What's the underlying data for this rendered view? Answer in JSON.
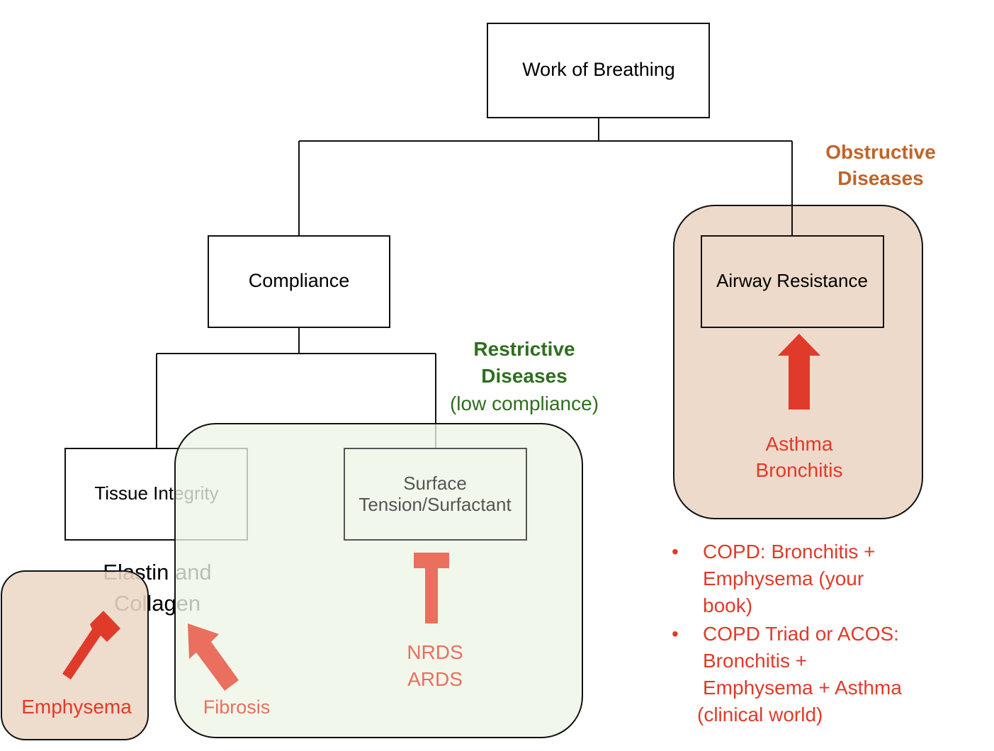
{
  "colors": {
    "obstructive_label": "#c0642a",
    "restrictive_label": "#2e6e1e",
    "obstructive_fill": "#ecd7c6",
    "restrictive_fill": "#eef5e6",
    "disease_text": "#e03a2a",
    "faded_disease_text": "#ea6f5e",
    "arrow_strong": "#e03a2a",
    "arrow_faded": "#ea6f5e",
    "line": "#111111"
  },
  "nodes": {
    "work_of_breathing": "Work of Breathing",
    "compliance": "Compliance",
    "airway_resistance": "Airway Resistance",
    "tissue_integrity": "Tissue Integrity",
    "surface_tension": {
      "line1": "Surface",
      "line2": "Tension/Surfactant"
    },
    "elastin_collagen": {
      "line1": "Elastin and",
      "line2": "Collagen"
    }
  },
  "groups": {
    "obstructive": {
      "line1": "Obstructive",
      "line2": "Diseases"
    },
    "restrictive": {
      "line1": "Restrictive",
      "line2": "Diseases",
      "line3": "(low compliance)"
    }
  },
  "diseases": {
    "asthma": "Asthma",
    "bronchitis": "Bronchitis",
    "nrds": "NRDS",
    "ards": "ARDS",
    "fibrosis": "Fibrosis",
    "emphysema": "Emphysema"
  },
  "notes": {
    "bullet": "•",
    "copd": {
      "line1": "COPD: Bronchitis +",
      "line2": "Emphysema (your",
      "line3": "book)"
    },
    "copd_triad": {
      "line1": "COPD Triad or ACOS:",
      "line2": "Bronchitis +",
      "line3": "Emphysema + Asthma",
      "line4": "(clinical world)"
    }
  }
}
